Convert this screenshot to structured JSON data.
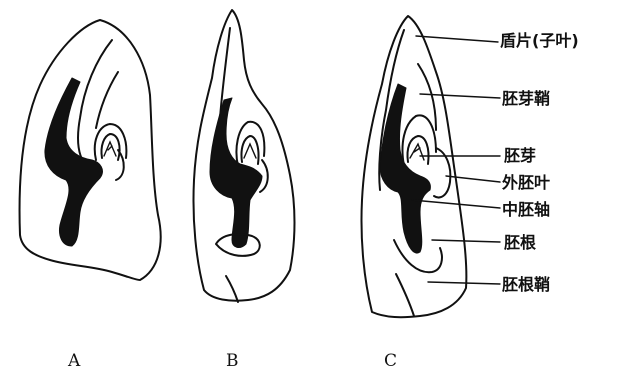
{
  "figures": [
    {
      "id": "A",
      "caption": "A"
    },
    {
      "id": "B",
      "caption": "B"
    },
    {
      "id": "C",
      "caption": "C"
    }
  ],
  "labels": {
    "scutellum": "盾片(子叶)",
    "coleoptile": "胚芽鞘",
    "plumule": "胚芽",
    "epiblast": "外胚叶",
    "mesocotyl": "中胚轴",
    "radicle": "胚根",
    "coleorhiza": "胚根鞘"
  }
}
